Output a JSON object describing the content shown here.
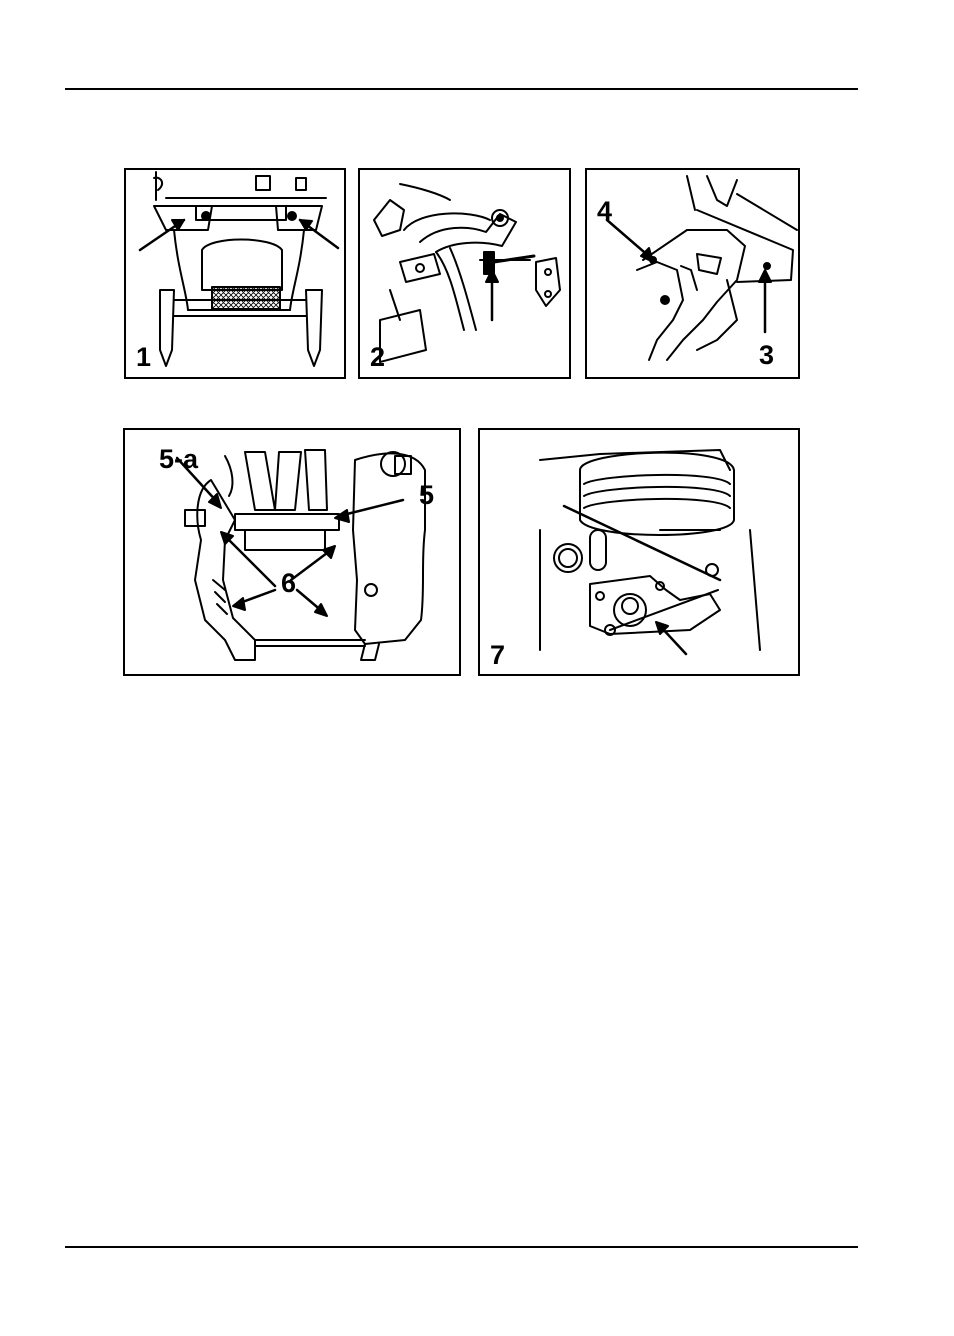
{
  "figures": [
    {
      "labels": [
        "1"
      ]
    },
    {
      "labels": [
        "2"
      ]
    },
    {
      "labels": [
        "4",
        "3"
      ]
    },
    {
      "labels": [
        "5-a",
        "5",
        "6"
      ]
    },
    {
      "labels": [
        "7"
      ]
    }
  ]
}
